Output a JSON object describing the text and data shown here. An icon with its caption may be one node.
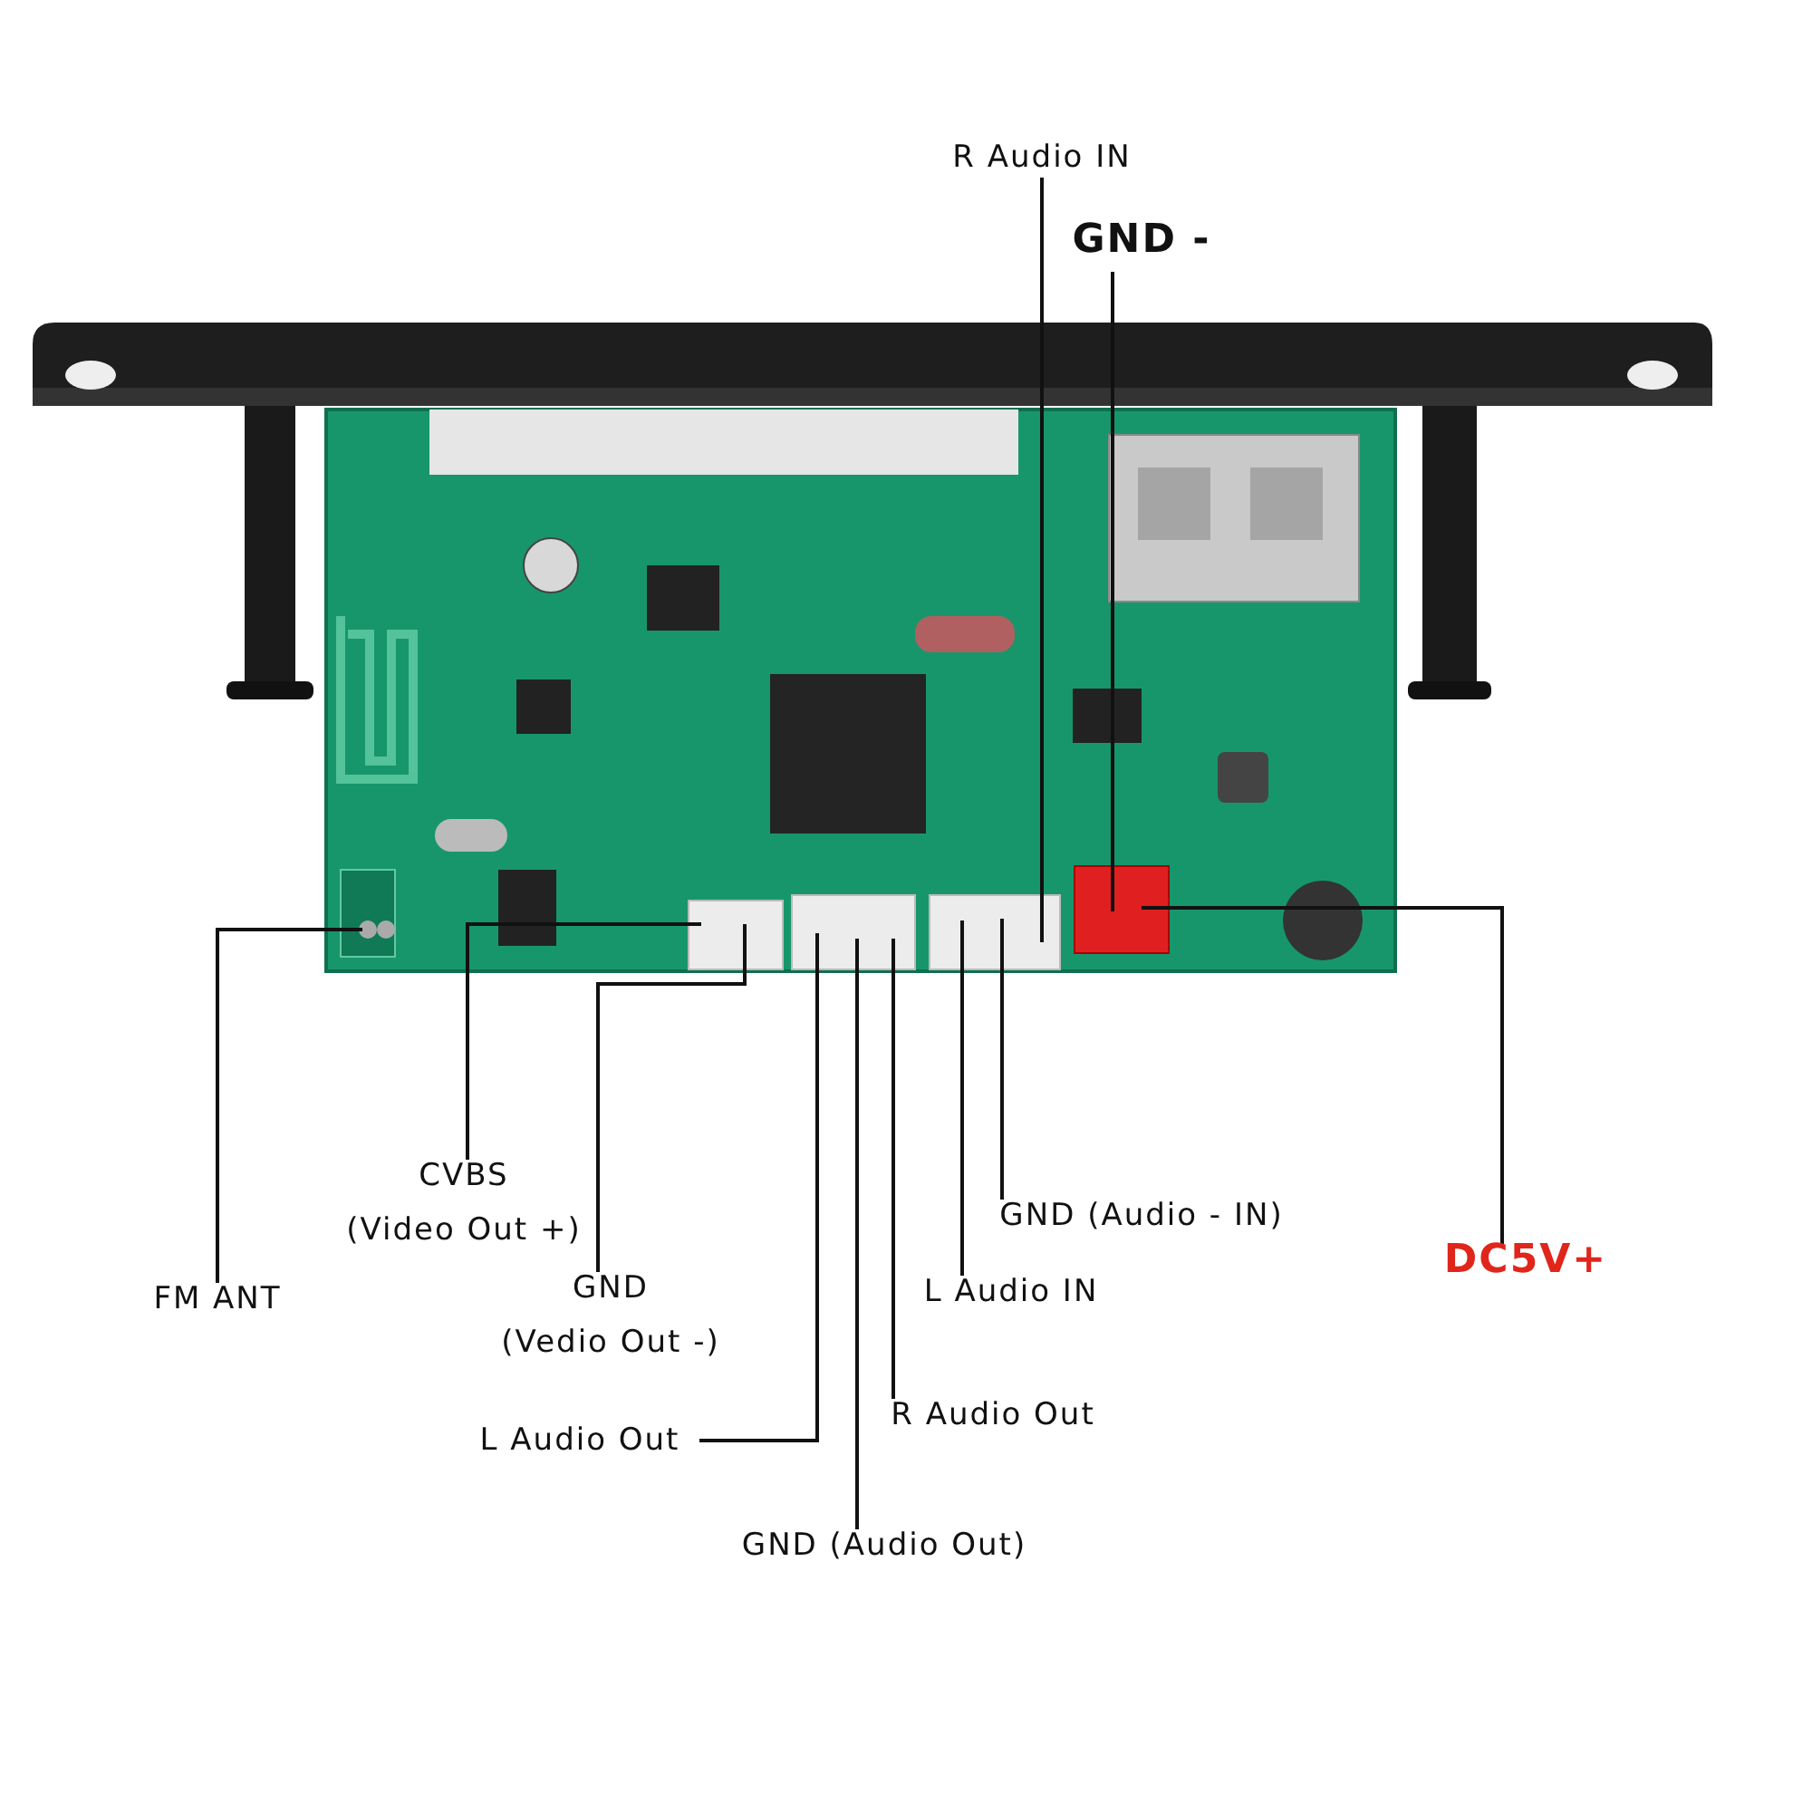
{
  "diagram": {
    "nodes": [
      {
        "text": [
          "R Audio IN"
        ]
      },
      {
        "text": [
          "GND -"
        ]
      },
      {
        "text": [
          "FM ANT"
        ]
      },
      {
        "text": [
          "CVBS",
          "(Video Out +)"
        ]
      },
      {
        "text": [
          "GND",
          "(Vedio Out -)"
        ]
      },
      {
        "text": [
          "GND (Audio - IN)"
        ]
      },
      {
        "text": [
          "L Audio IN"
        ]
      },
      {
        "text": [
          "DC5V+"
        ]
      },
      {
        "text": [
          "L Audio Out"
        ]
      },
      {
        "text": [
          "R Audio Out"
        ]
      },
      {
        "text": [
          "GND (Audio Out)"
        ]
      }
    ],
    "edges": [
      {
        "from": 0,
        "to": null,
        "arrow": "none"
      },
      {
        "from": 1,
        "to": null,
        "arrow": "none"
      },
      {
        "from": 2,
        "to": null,
        "arrow": "none"
      },
      {
        "from": 3,
        "to": null,
        "arrow": "none"
      },
      {
        "from": 4,
        "to": null,
        "arrow": "none"
      },
      {
        "from": 5,
        "to": null,
        "arrow": "none"
      },
      {
        "from": 6,
        "to": null,
        "arrow": "none"
      },
      {
        "from": 7,
        "to": null,
        "arrow": "none"
      },
      {
        "from": 8,
        "to": null,
        "arrow": "none"
      },
      {
        "from": 9,
        "to": null,
        "arrow": "none"
      },
      {
        "from": 10,
        "to": null,
        "arrow": "none"
      }
    ]
  }
}
